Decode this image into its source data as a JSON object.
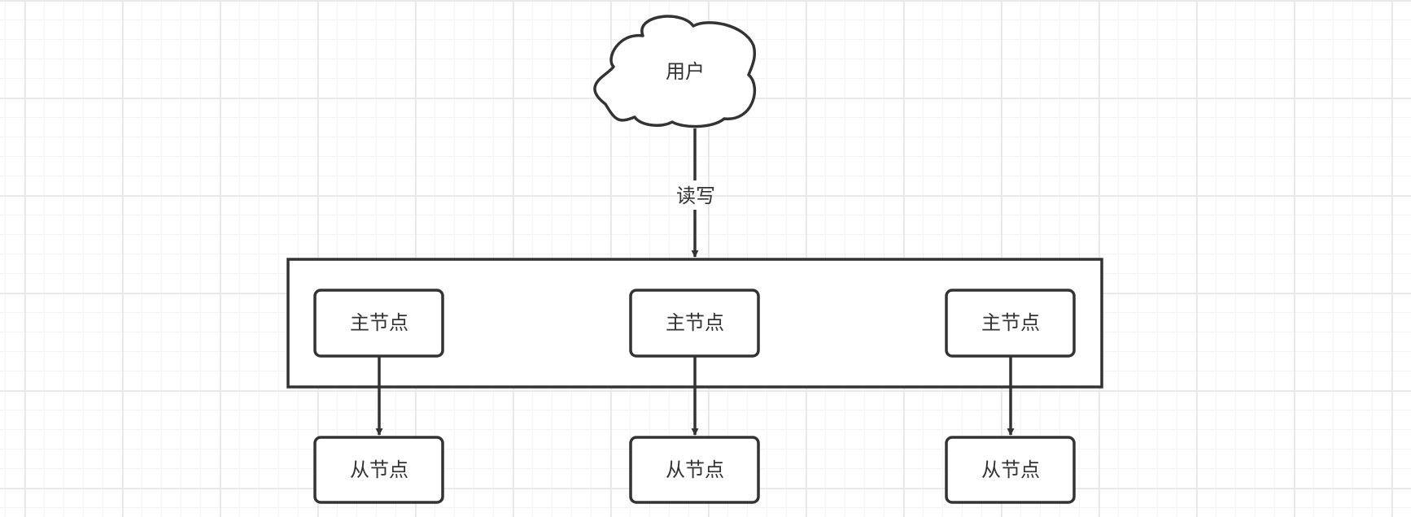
{
  "diagram": {
    "user": {
      "label": "用户",
      "shape": "cloud-icon"
    },
    "edge_user_cluster": {
      "label": "读写"
    },
    "masters": [
      {
        "label": "主节点"
      },
      {
        "label": "主节点"
      },
      {
        "label": "主节点"
      }
    ],
    "slaves": [
      {
        "label": "从节点"
      },
      {
        "label": "从节点"
      },
      {
        "label": "从节点"
      }
    ],
    "colors": {
      "stroke": "#333333",
      "text": "#333333",
      "grid_major": "#e9e9e9",
      "grid_minor": "#f3f3f3",
      "background": "#ffffff"
    }
  }
}
